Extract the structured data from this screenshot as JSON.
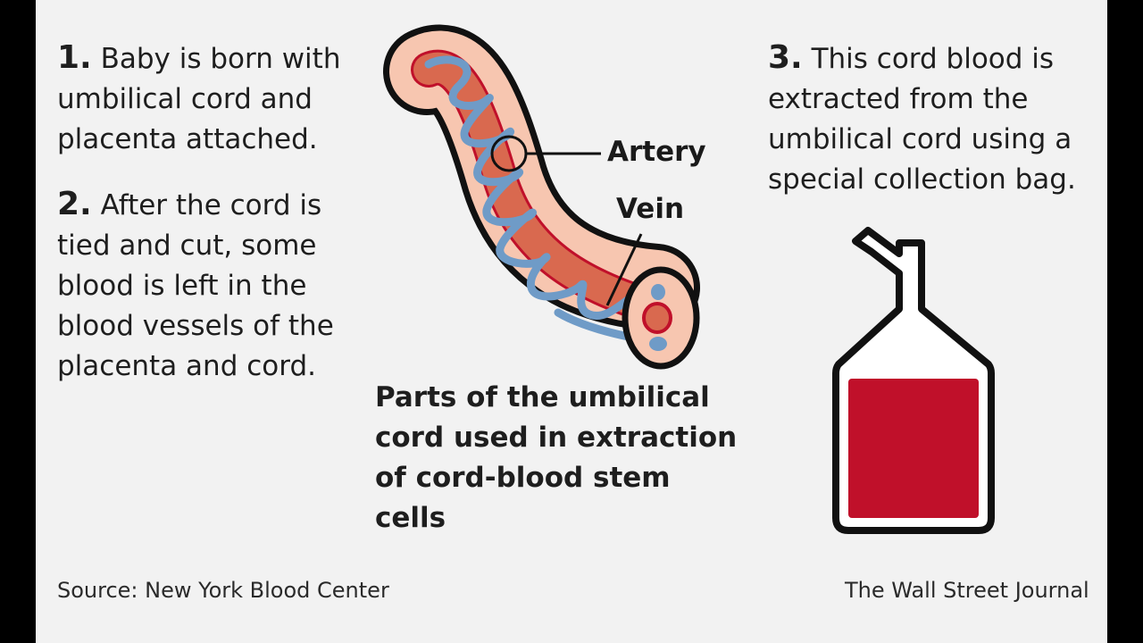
{
  "steps": [
    {
      "number": "1.",
      "text": "Baby is born with umbilical cord and placenta attached."
    },
    {
      "number": "2.",
      "text": "After the cord is tied and cut, some blood is left in the blood vessels of the placenta and cord."
    },
    {
      "number": "3.",
      "text": "This cord blood is extracted from the umbilical cord using a special collection bag."
    }
  ],
  "diagram": {
    "artery_label": "Artery",
    "vein_label": "Vein",
    "caption": "Parts of the umbilical cord used in extraction of cord-blood stem cells"
  },
  "footer": {
    "source": "Source: New York Blood Center",
    "credit": "The Wall Street Journal"
  },
  "colors": {
    "background": "#f2f2f2",
    "cord_fill": "#f7c6b0",
    "vein": "#d9694f",
    "artery": "#6f9bc7",
    "blood": "#c0102a",
    "outline": "#111111"
  }
}
